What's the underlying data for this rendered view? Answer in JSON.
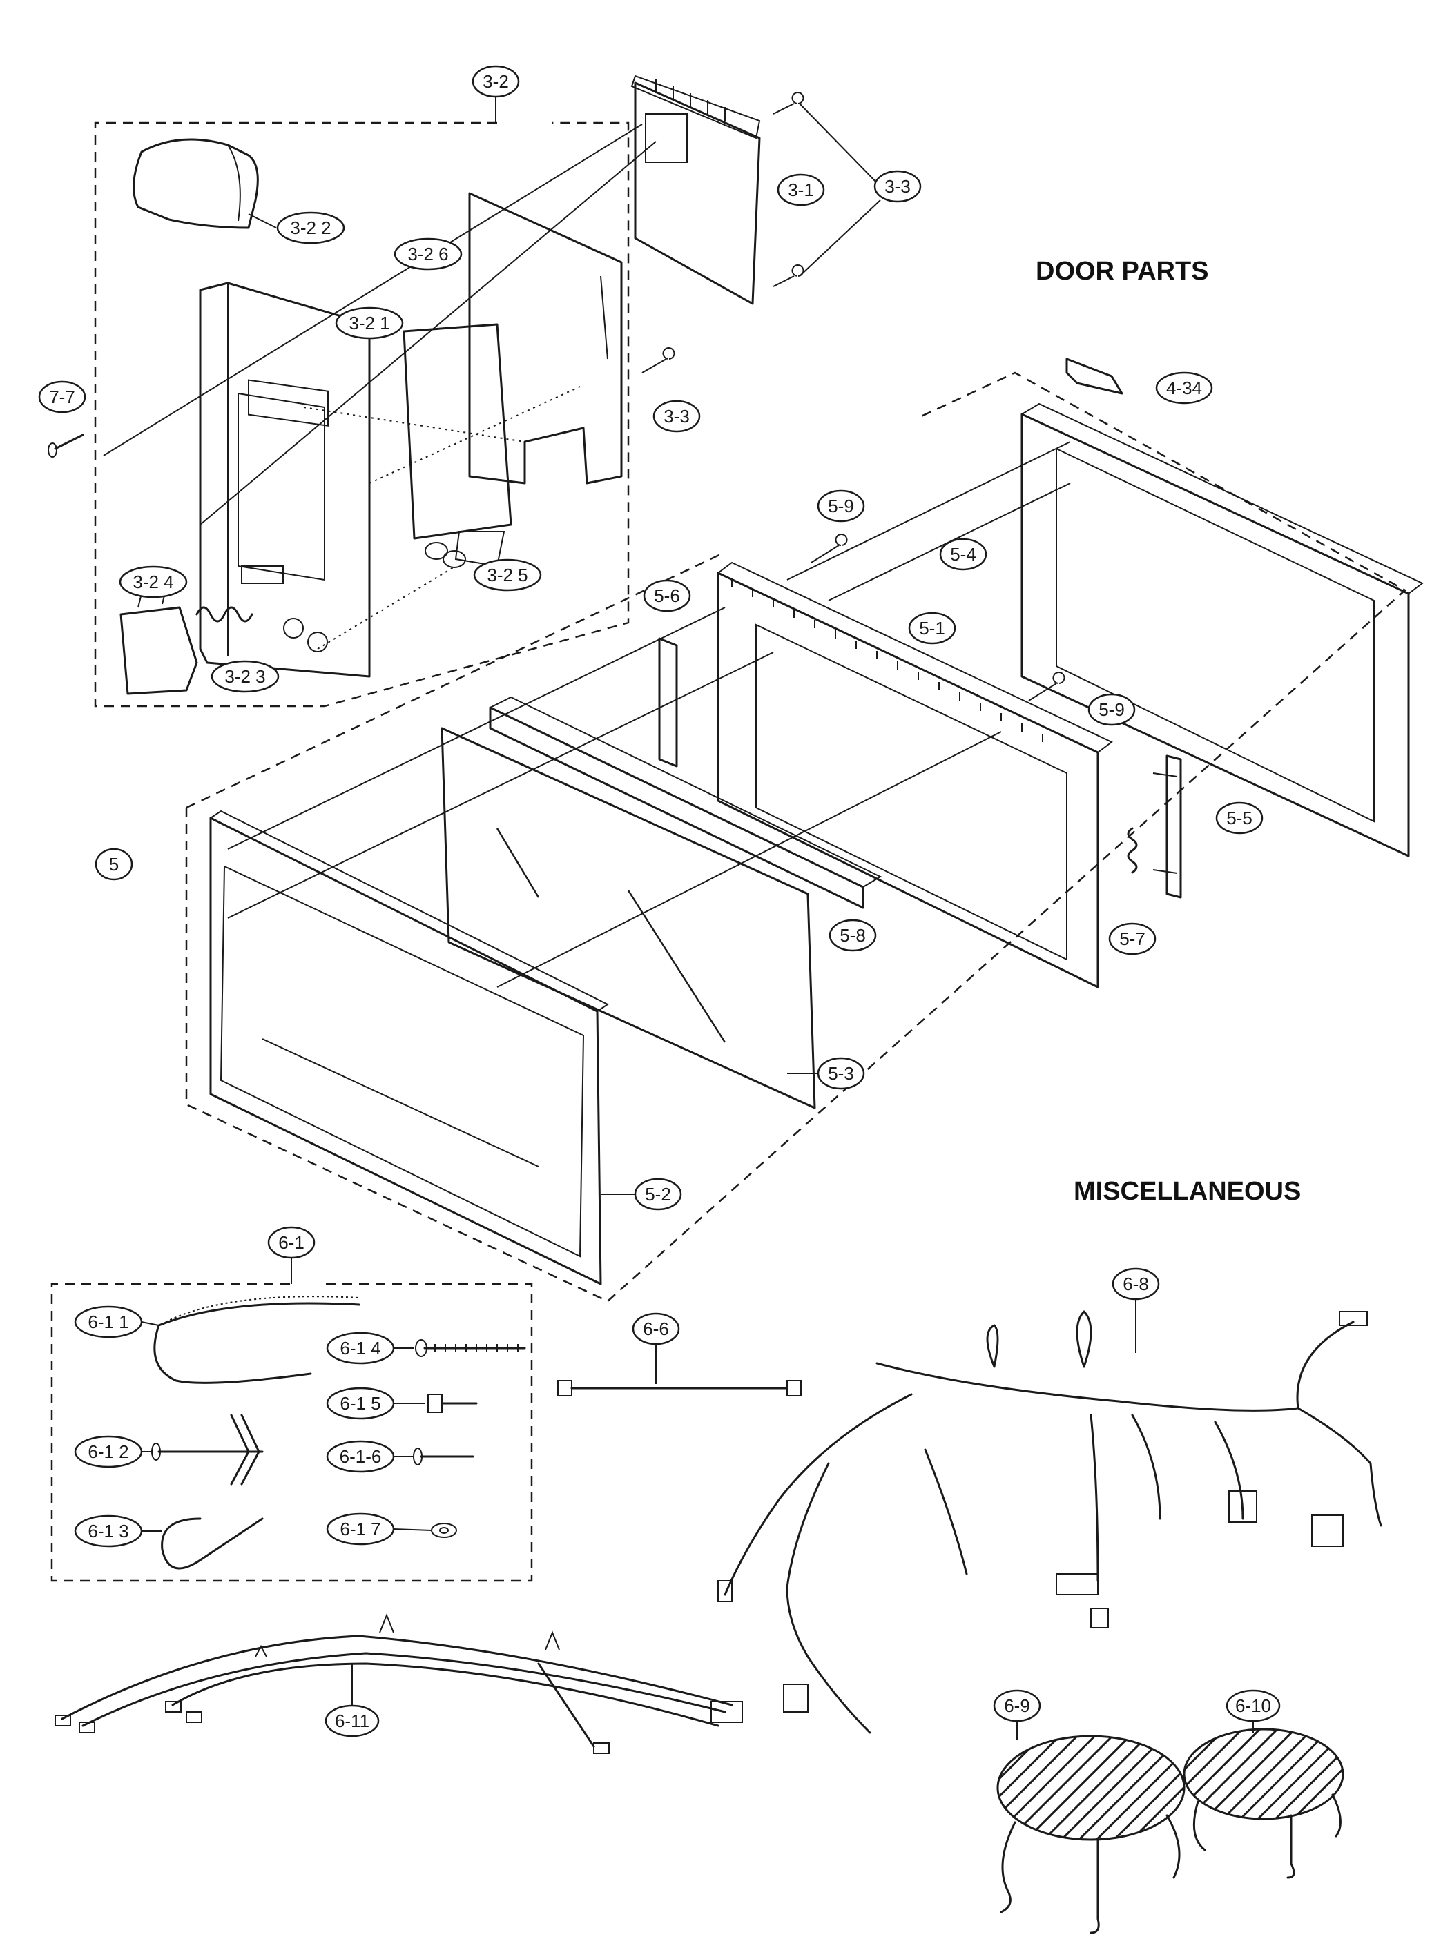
{
  "headings": {
    "door_parts": "DOOR PARTS",
    "miscellaneous": "MISCELLANEOUS"
  },
  "callouts": {
    "c3_2": "3-2",
    "c3_22": "3-2 2",
    "c3_26": "3-2 6",
    "c3_21": "3-2 1",
    "c3_1": "3-1",
    "c3_3a": "3-3",
    "c3_3b": "3-3",
    "c7_7": "7-7",
    "c3_24": "3-2 4",
    "c3_25": "3-2 5",
    "c3_23": "3-2 3",
    "c4_34": "4-34",
    "c5_9a": "5-9",
    "c5_4": "5-4",
    "c5_6": "5-6",
    "c5_1": "5-1",
    "c5_9b": "5-9",
    "c5": "5",
    "c5_5": "5-5",
    "c5_7": "5-7",
    "c5_8": "5-8",
    "c5_3": "5-3",
    "c5_2": "5-2",
    "c6_1": "6-1",
    "c6_11a": "6-1 1",
    "c6_14": "6-1 4",
    "c6_15": "6-1 5",
    "c6_12": "6-1 2",
    "c6_16": "6-1-6",
    "c6_13": "6-1 3",
    "c6_17": "6-1 7",
    "c6_6": "6-6",
    "c6_8": "6-8",
    "c6_11": "6-11",
    "c6_9": "6-9",
    "c6_10": "6-10"
  }
}
